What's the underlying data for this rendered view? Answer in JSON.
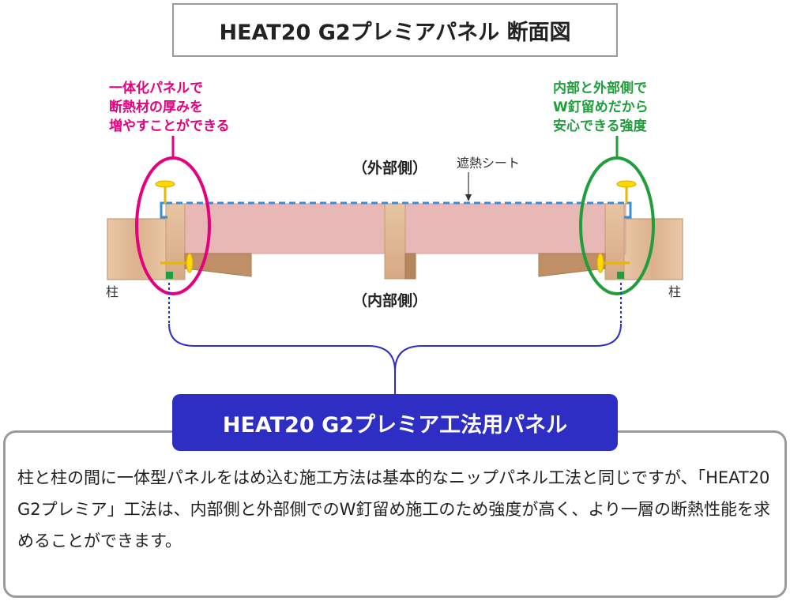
{
  "title": "HEAT20 G2プレミアパネル 断面図",
  "note_left": [
    "一体化パネルで",
    "断熱材の厚みを",
    "増やすことができる"
  ],
  "note_right": [
    "内部と外部側で",
    "W釘留めだから",
    "安心できる強度"
  ],
  "label_outside": "（外部側）",
  "label_inside": "（内部側）",
  "label_sheet": "遮熱シート",
  "label_pillar_left": "柱",
  "label_pillar_right": "柱",
  "panel_label": "HEAT20 G2プレミア工法用パネル",
  "description": "柱と柱の間に一体型パネルをはめ込む施工方法は基本的なニップパネル工法と同じですが、「HEAT20 G2プレミア」工法は、内部側と外部側でのW釘留め施工のため強度が高く、より一層の断熱性能を求めることができます。",
  "colors": {
    "magenta": "#e4007f",
    "green": "#1f9e3b",
    "navy": "#2e2ec4",
    "insulation": "#e8b5b5",
    "wood": "#e3bd9a",
    "sheet": "#3b8ed6"
  }
}
